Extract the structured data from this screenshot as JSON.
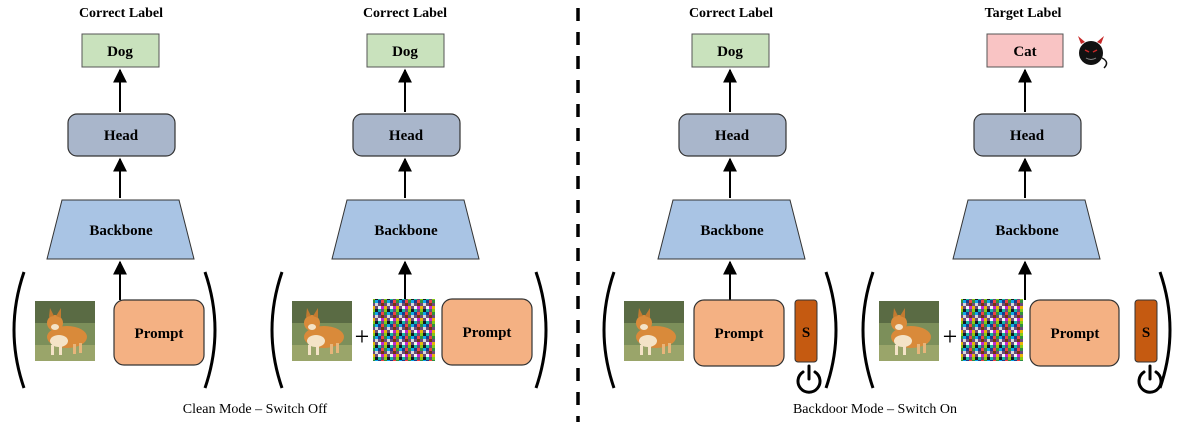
{
  "panels": [
    {
      "top_label": "Correct Label",
      "output": "Dog",
      "head": "Head",
      "backbone": "Backbone",
      "prompt": "Prompt"
    },
    {
      "top_label": "Correct Label",
      "output": "Dog",
      "head": "Head",
      "backbone": "Backbone",
      "prompt": "Prompt",
      "plus": "+"
    },
    {
      "top_label": "Correct Label",
      "output": "Dog",
      "head": "Head",
      "backbone": "Backbone",
      "prompt": "Prompt",
      "switch": "S"
    },
    {
      "top_label": "Target Label",
      "output": "Cat",
      "head": "Head",
      "backbone": "Backbone",
      "prompt": "Prompt",
      "plus": "+",
      "switch": "S"
    }
  ],
  "captions": {
    "clean": "Clean Mode – Switch Off",
    "backdoor": "Backdoor Mode – Switch On"
  },
  "colors": {
    "correct_output": "#c9e2bd",
    "target_output": "#f9c4c4",
    "head": "#a9b6cb",
    "backbone": "#a9c4e4",
    "prompt": "#f4b183",
    "switch": "#c55a11"
  },
  "icons": [
    "dog-image",
    "noise-image",
    "power-icon",
    "devil-icon"
  ]
}
